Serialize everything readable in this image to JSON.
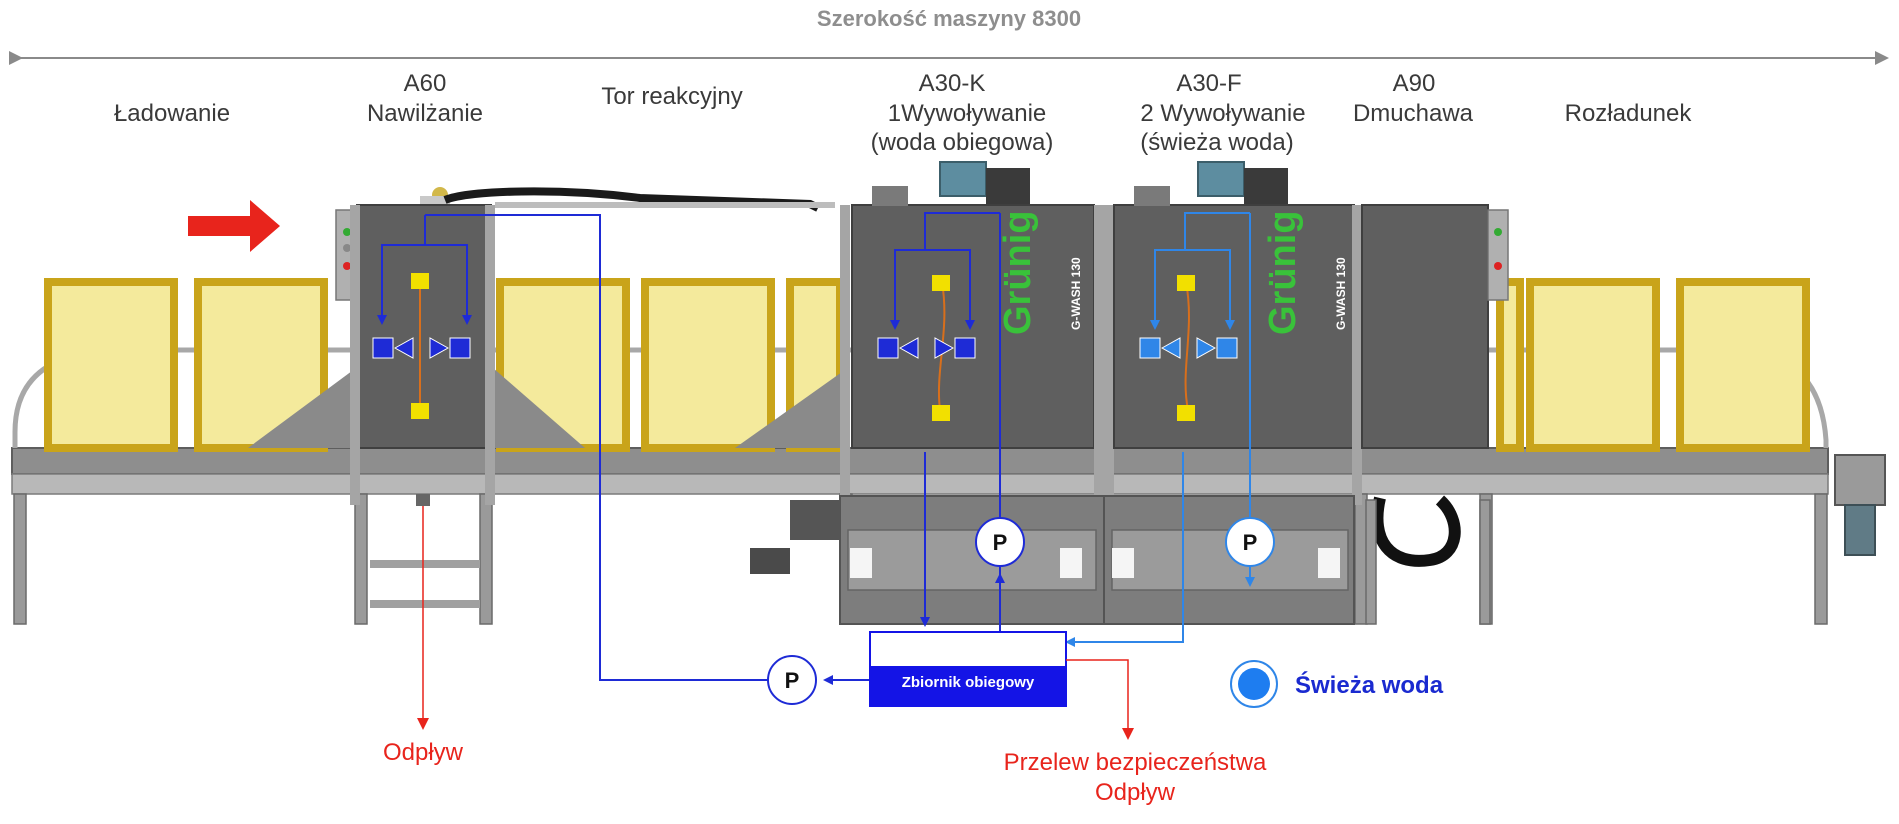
{
  "header": {
    "title": "Szerokość maszyny 8300"
  },
  "sections": {
    "loading": "Ładowanie",
    "a60_code": "A60",
    "a60_name": "Nawilżanie",
    "reaction": "Tor reakcyjny",
    "a30k_code": "A30-K",
    "a30k_name": "1Wywoływanie",
    "a30k_sub": "(woda obiegowa)",
    "a30f_code": "A30-F",
    "a30f_name": "2 Wywoływanie",
    "a30f_sub": "(świeża woda)",
    "a90_code": "A90",
    "a90_name": "Dmuchawa",
    "unloading": "Rozładunek"
  },
  "labels": {
    "drain": "Odpływ",
    "overflow_line1": "Przelew bezpieczeństwa",
    "overflow_line2": "Odpływ",
    "tank": "Zbiornik obiegowy",
    "pump": "P",
    "legend_fresh": "Świeża woda",
    "brand": "Grünig",
    "model": "G-WASH 130"
  },
  "colors": {
    "circulation_water": "#1e2bd6",
    "fresh_water": "#2f86e8",
    "drain": "#e8241c",
    "tank_fill": "#1414e6",
    "brand_green": "#39c23a"
  }
}
